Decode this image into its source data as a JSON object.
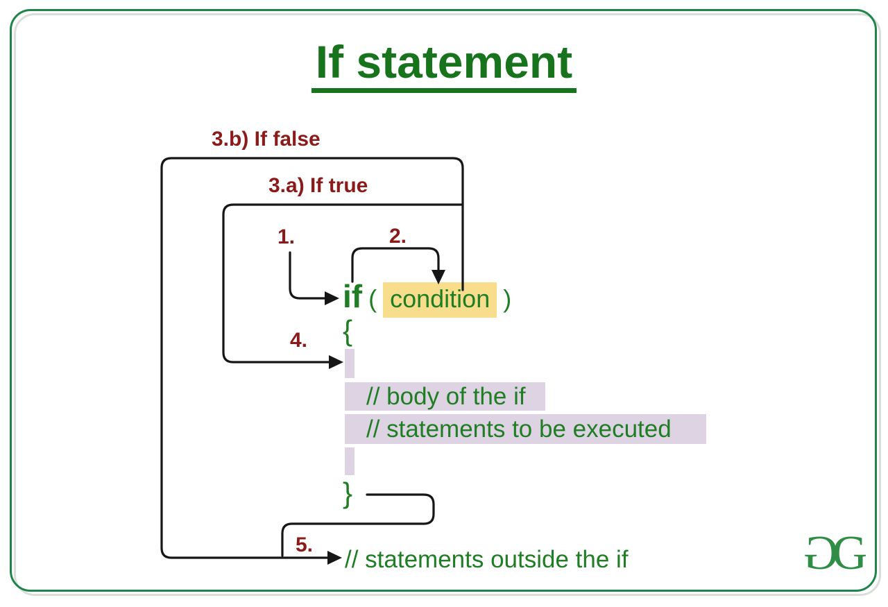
{
  "colors": {
    "border_green": "#1e8449",
    "shadow_gray": "#d9ded9",
    "title_green": "#17741c",
    "code_green": "#1f7d24",
    "label_maroon": "#8b1a1a",
    "condition_highlight": "#f8dd8d",
    "body_highlight": "#ddd3e3",
    "line_black": "#161616",
    "logo_green": "#2f8d46"
  },
  "title": "If statement",
  "steps": {
    "s1": "1.",
    "s2": "2.",
    "s3a": "3.a) If true",
    "s3b": "3.b) If false",
    "s4": "4.",
    "s5": "5."
  },
  "code": {
    "if_keyword": "if",
    "paren_open": "(",
    "condition": "condition",
    "paren_close": ")",
    "brace_open": "{",
    "brace_close": "}",
    "comment_line_1": "// body of the if",
    "comment_line_2": "// statements to be executed",
    "comment_outside": "// statements outside the if"
  },
  "logo": {
    "glyph_left": "G",
    "glyph_right": "G"
  }
}
